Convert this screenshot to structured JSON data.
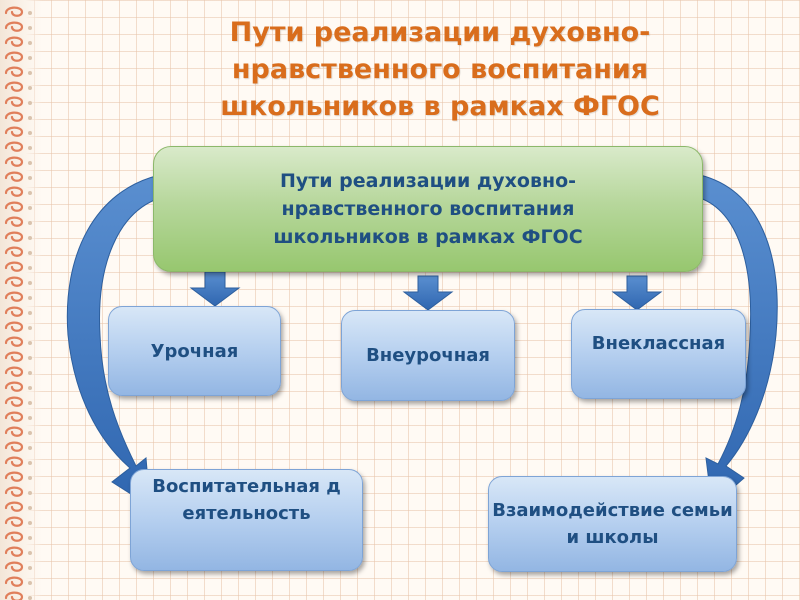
{
  "title": "Пути реализации духовно-\nнравственного воспитания\nшкольников в рамках ФГОС",
  "main_box": {
    "label": "Пути реализации духовно-\nнравственного воспитания\nшкольников в рамках ФГОС"
  },
  "boxes": {
    "urochnaya": "Урочная",
    "vneurochnaya": "Внеурочная",
    "vneklassnaya": "Внеклассная",
    "vospitatelnaya": "Воспитательная деятельность",
    "vzaimodeystvie": "Взаимодействие семьи и школы"
  },
  "icons": {
    "down_arrows": [
      "arrow-down-icon",
      "arrow-down-icon",
      "arrow-down-icon"
    ],
    "curved_arrows": [
      "curved-arrow-left-icon",
      "curved-arrow-right-icon"
    ],
    "spiral_binding": "spiral-binding-icon"
  },
  "colors": {
    "title": "#d96d1c",
    "text": "#1f4f82",
    "main_box_fill": "#b7d79c",
    "box_fill": "#b5cfef",
    "arrow": "#3f78c3",
    "background": "#fffaf4",
    "grid": "#e8c4aa",
    "spiral": "#e07f5b"
  }
}
